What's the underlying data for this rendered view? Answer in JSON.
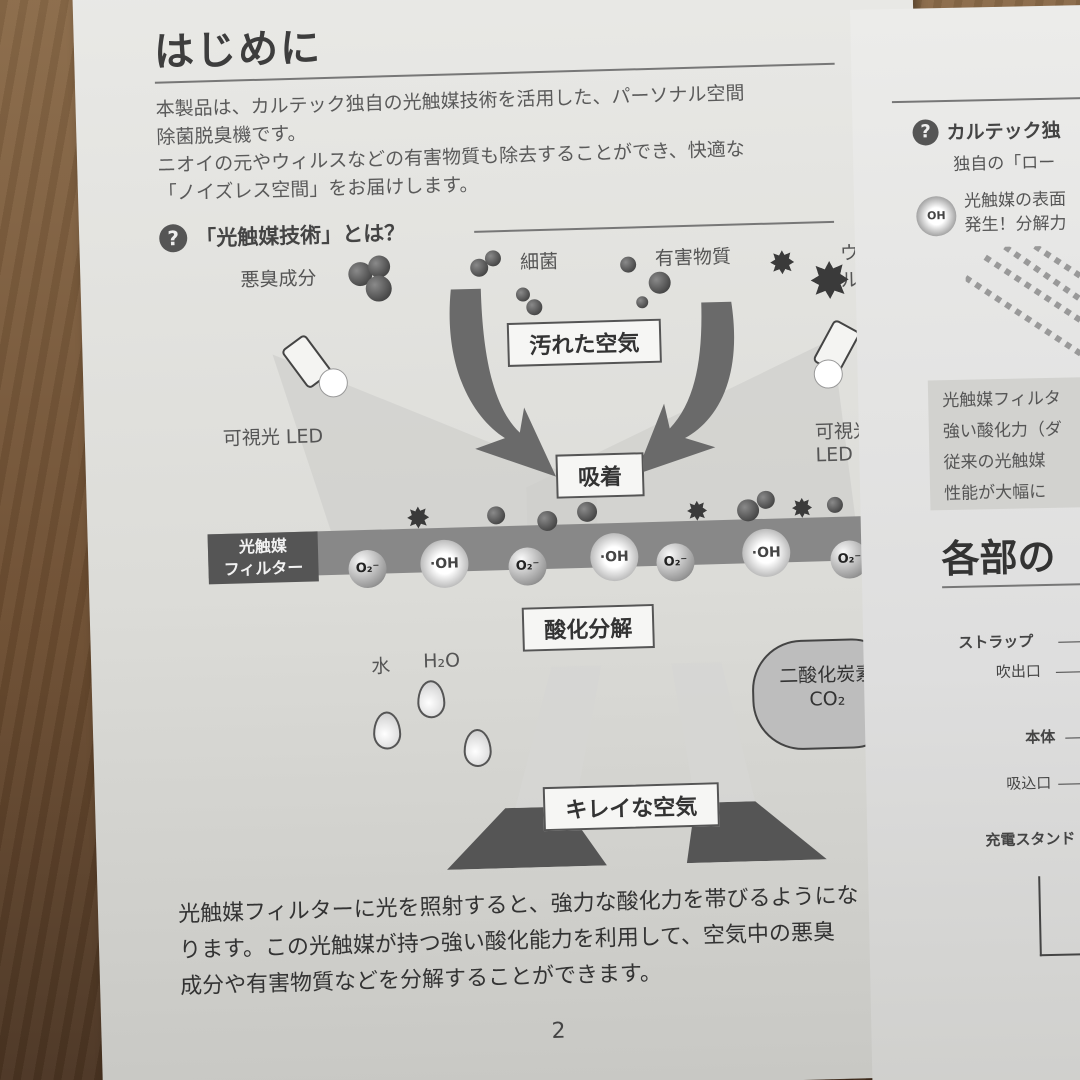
{
  "left_page": {
    "title": "はじめに",
    "intro": [
      "本製品は、カルテック独自の光触媒技術を活用した、パーソナル空間",
      "除菌脱臭機です。",
      "ニオイの元やウィルスなどの有害物質も除去することができ、快適な",
      "「ノイズレス空間」をお届けします。"
    ],
    "question_heading": "「光触媒技術」とは？",
    "question_mark": "?",
    "diagram": {
      "pollutants": [
        "悪臭成分",
        "細菌",
        "有害物質",
        "ウィルス"
      ],
      "dirty_air": "汚れた空気",
      "led_left": "可視光 LED",
      "led_right": "可視光 LED",
      "adsorption": "吸着",
      "filter_label": [
        "光触媒",
        "フィルター"
      ],
      "o2_label": "O₂⁻",
      "oh_label": "·OH",
      "decomposition": "酸化分解",
      "water": "水",
      "h2o": "H₂O",
      "co2_name": "二酸化炭素",
      "co2_formula": "CO₂",
      "clean_air": "キレイな空気"
    },
    "bottom_text": [
      "光触媒フィルターに光を照射すると、強力な酸化力を帯びるようにな",
      "ります。この光触媒が持つ強い酸化能力を利用して、空気中の悪臭",
      "成分や有害物質などを分解することができます。"
    ],
    "page_number": "2"
  },
  "right_page": {
    "question_title": "カルテック独",
    "question_sub": "独自の「ロー",
    "oh_text": [
      "光触媒の表面",
      "発生！分解力"
    ],
    "oh_label": "OH",
    "paragraph": [
      "光触媒フィルタ",
      "強い酸化力（ダ",
      "従来の光触媒",
      "性能が大幅に"
    ],
    "section_title": "各部の",
    "parts": [
      "ストラップ",
      "吹出口",
      "本体",
      "吸込口",
      "充電スタンド"
    ]
  }
}
